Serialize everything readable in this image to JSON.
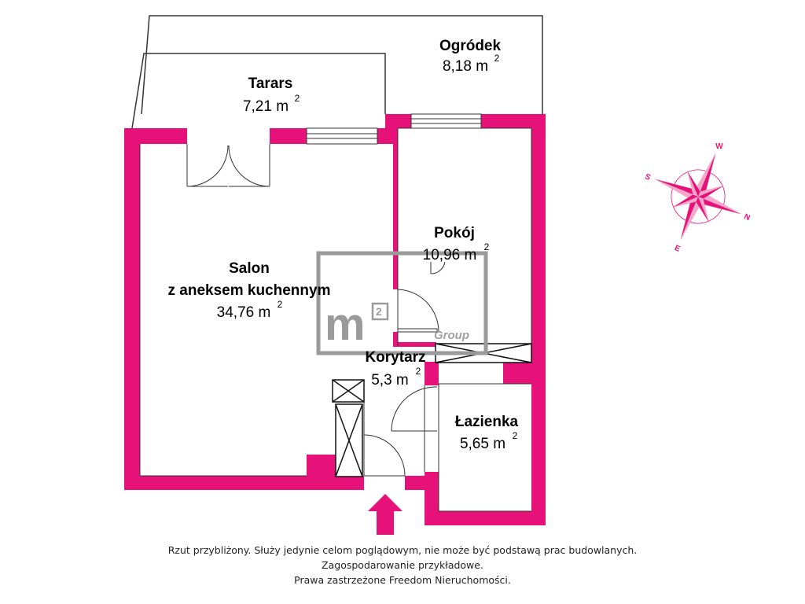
{
  "rooms": {
    "ogrodek": {
      "name": "Ogródek",
      "area": "8,18 m",
      "unit_sup": "2"
    },
    "tarars": {
      "name": "Tarars",
      "area": "7,21 m",
      "unit_sup": "2"
    },
    "pokoj": {
      "name": "Pokój",
      "area": "10,96 m",
      "unit_sup": "2"
    },
    "salon": {
      "name_line1": "Salon",
      "name_line2": "z aneksem kuchennym",
      "area": "34,76 m",
      "unit_sup": "2"
    },
    "korytarz": {
      "name": "Korytarz",
      "area": "5,3 m",
      "unit_sup": "2"
    },
    "lazienka": {
      "name": "Łazienka",
      "area": "5,65 m",
      "unit_sup": "2"
    }
  },
  "logo": {
    "letter": "m",
    "badge": "2",
    "group_text": "Group"
  },
  "compass": {
    "n": "N",
    "e": "E",
    "s": "S",
    "w": "W"
  },
  "footer": {
    "line1": "Rzut przybliżony. Służy jedynie celom poglądowym, nie może być podstawą prac budowlanych.",
    "line2": "Zagospodarowanie przykładowe.",
    "line3": "Prawa zastrzeżone Freedom Nieruchomości."
  },
  "colors": {
    "wall": "#e6127a",
    "outline": "#333333",
    "logo": "#9a9a9a"
  },
  "icons": {
    "entrance": "entrance-arrow-icon",
    "compass": "compass-rose-icon"
  }
}
